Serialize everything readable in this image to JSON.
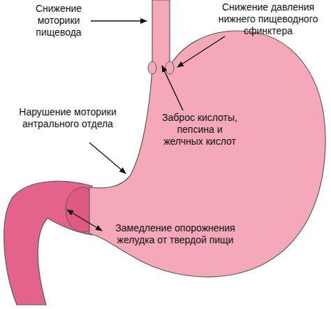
{
  "diagram": {
    "labels": [
      "Снижение моторики пищевода",
      "Снижение давления нижнего пищеводного сфинктера",
      "Нарушение моторики антрального отдела",
      "Заброс кислоты, пепсина и желчных кислот",
      "Замедление опорожнения желудка от твердой пищи"
    ]
  }
}
